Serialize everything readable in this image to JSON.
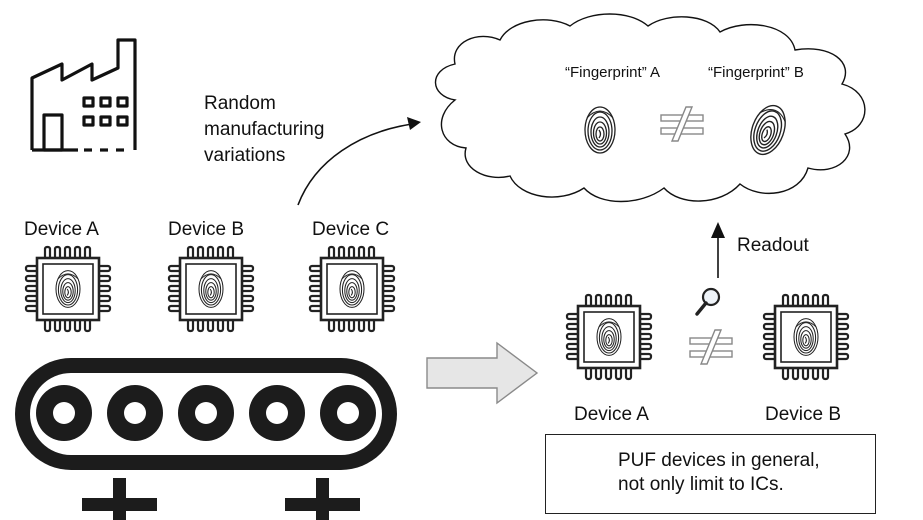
{
  "devices": {
    "a": "Device A",
    "b": "Device B",
    "c": "Device C"
  },
  "process": {
    "line1": "Random",
    "line2": "manufacturing",
    "line3": "variations"
  },
  "cloud": {
    "fingerprint_a": "“Fingerprint” A",
    "fingerprint_b": "“Fingerprint” B"
  },
  "readout": "Readout",
  "comparison": {
    "device_a": "Device A",
    "device_b": "Device B"
  },
  "note": {
    "line1": "PUF devices in general,",
    "line2": "not only limit to ICs."
  },
  "icons": {
    "factory": "factory-icon",
    "chip": "chip-icon",
    "fingerprint": "fingerprint-icon",
    "magnifier": "magnifier-icon",
    "not_equal": "not-equal-icon",
    "conveyor": "conveyor-belt-icon",
    "arrow": "block-arrow-icon"
  },
  "colors": {
    "ink": "#111111",
    "belt": "#1c1c1c",
    "arrow_fill": "#e6e6e6",
    "arrow_stroke": "#8a8a8a"
  }
}
